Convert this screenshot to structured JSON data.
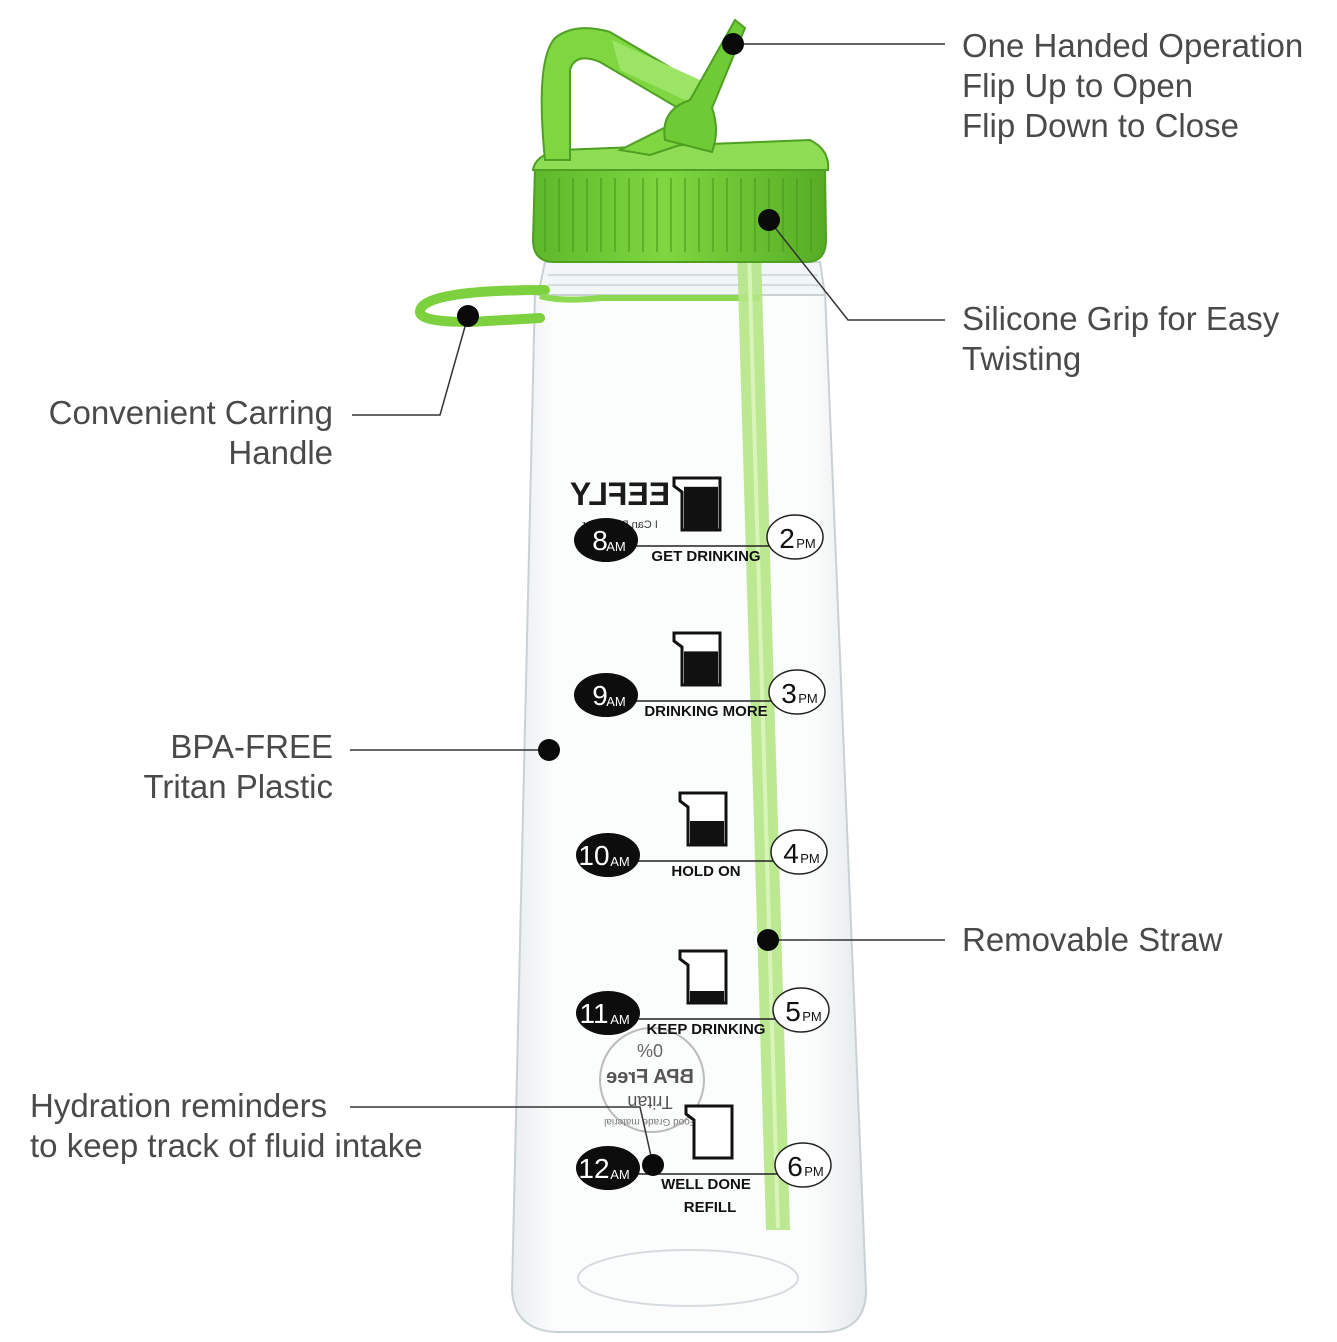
{
  "colors": {
    "accent_green": "#6cc830",
    "dark_green": "#4a9a1e",
    "straw_green": "#a8e070",
    "text_gray": "#4a4a4a",
    "marker_black": "#111111"
  },
  "callouts": {
    "lid": [
      "One Handed Operation",
      "Flip Up to Open",
      "Flip Down to Close"
    ],
    "grip": [
      "Silicone Grip for Easy",
      "Twisting"
    ],
    "handle": [
      "Convenient Carring",
      "Handle"
    ],
    "material": [
      "BPA-FREE",
      "Tritan Plastic"
    ],
    "straw": [
      "Removable Straw"
    ],
    "reminders": [
      "Hydration reminders",
      "to keep track of fluid intake"
    ]
  },
  "bottle": {
    "brand": "EEFLY",
    "brand_tagline": "I Can Do Better",
    "badge": {
      "percent": "0%",
      "line1": "BPA Free",
      "line2": "Tritan",
      "line3": "Food Grade material"
    },
    "markers": [
      {
        "am_num": "8",
        "am": "AM",
        "pm_num": "2",
        "pm": "PM",
        "label": "GET DRINKING",
        "label2": "",
        "fill": 0.9
      },
      {
        "am_num": "9",
        "am": "AM",
        "pm_num": "3",
        "pm": "PM",
        "label": "DRINKING MORE",
        "label2": "",
        "fill": 0.7
      },
      {
        "am_num": "10",
        "am": "AM",
        "pm_num": "4",
        "pm": "PM",
        "label": "HOLD ON",
        "label2": "",
        "fill": 0.5
      },
      {
        "am_num": "11",
        "am": "AM",
        "pm_num": "5",
        "pm": "PM",
        "label": "KEEP DRINKING",
        "label2": "",
        "fill": 0.25
      },
      {
        "am_num": "12",
        "am": "AM",
        "pm_num": "6",
        "pm": "PM",
        "label": "WELL DONE",
        "label2": "REFILL",
        "fill": 0.0
      }
    ]
  }
}
